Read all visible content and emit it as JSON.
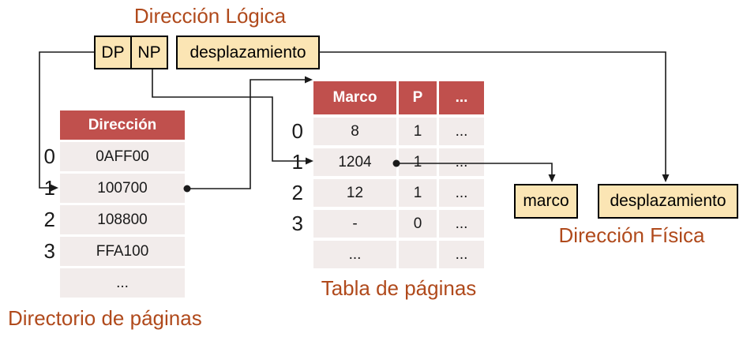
{
  "logical_address": {
    "title": "Dirección Lógica",
    "fields": [
      "DP",
      "NP",
      "desplazamiento"
    ]
  },
  "page_directory": {
    "label": "Directorio de páginas",
    "header": "Dirección",
    "row_indices": [
      "0",
      "1",
      "2",
      "3"
    ],
    "rows": [
      "0AFF00",
      "100700",
      "108800",
      "FFA100",
      "..."
    ]
  },
  "page_table": {
    "label": "Tabla de páginas",
    "headers": [
      "Marco",
      "P",
      "..."
    ],
    "row_indices": [
      "0",
      "1",
      "2",
      "3"
    ],
    "rows": [
      [
        "8",
        "1",
        "..."
      ],
      [
        "1204",
        "1",
        "..."
      ],
      [
        "12",
        "1",
        "..."
      ],
      [
        "-",
        "0",
        "..."
      ],
      [
        "...",
        "",
        "..."
      ]
    ]
  },
  "physical_address": {
    "label": "Dirección Física",
    "fields": [
      "marco",
      "desplazamiento"
    ]
  },
  "colors": {
    "header_red": "#c0504d",
    "row_pink": "#f2eceb",
    "box_cream": "#fbe5b4",
    "label_brown": "#b04a1c",
    "line_black": "#1a1a1a"
  }
}
